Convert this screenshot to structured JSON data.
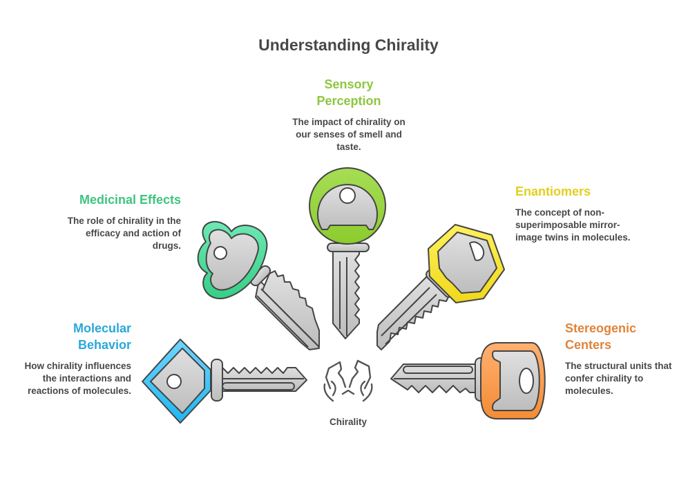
{
  "title": "Understanding Chirality",
  "hub": {
    "label": "Chirality",
    "icon": "broken-heart-hands-icon"
  },
  "items": [
    {
      "key": "sensory",
      "heading": "Sensory Perception",
      "heading_lines": [
        "Sensory",
        "Perception"
      ],
      "description": "The impact of chirality on our senses of smell and taste.",
      "color": "#8dc63f"
    },
    {
      "key": "medicinal",
      "heading": "Medicinal Effects",
      "heading_lines": [
        "Medicinal Effects"
      ],
      "description": "The role of chirality in the efficacy and action of drugs.",
      "color": "#3fc47f"
    },
    {
      "key": "enantiomers",
      "heading": "Enantiomers",
      "heading_lines": [
        "Enantiomers"
      ],
      "description": "The concept of non-superimposable mirror-image twins in molecules.",
      "color": "#e2cf1e"
    },
    {
      "key": "molecular",
      "heading": "Molecular Behavior",
      "heading_lines": [
        "Molecular",
        "Behavior"
      ],
      "description": "How chirality influences the interactions and reactions of molecules.",
      "color": "#29a8d8"
    },
    {
      "key": "stereogenic",
      "heading": "Stereogenic Centers",
      "heading_lines": [
        "Stereogenic",
        "Centers"
      ],
      "description": "The structural units that confer chirality to molecules.",
      "color": "#e0843a"
    }
  ]
}
